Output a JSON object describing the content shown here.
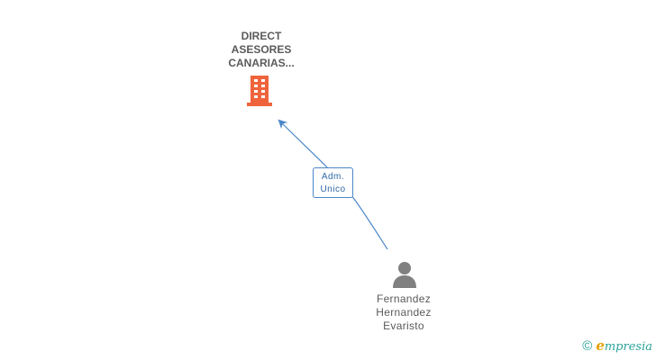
{
  "company": {
    "name_lines": [
      "DIRECT",
      "ASESORES",
      "CANARIAS..."
    ],
    "icon": "building-icon",
    "color": "#f0643c"
  },
  "relation": {
    "label_lines": [
      "Adm.",
      "Unico"
    ],
    "color": "#4a86c8"
  },
  "person": {
    "name_lines": [
      "Fernandez",
      "Hernandez",
      "Evaristo"
    ],
    "icon": "person-icon",
    "color": "#808080"
  },
  "brand": {
    "copyright": "©",
    "initial": "e",
    "word": "mpresia"
  }
}
